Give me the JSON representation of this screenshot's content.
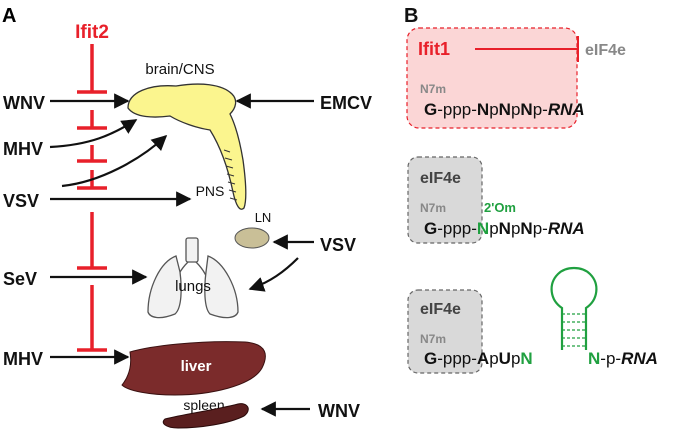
{
  "panel_a": {
    "label": "A",
    "inhibitor": "Ifit2",
    "organs": {
      "brain": "brain/CNS",
      "pns": "PNS",
      "ln": "LN",
      "lungs": "lungs",
      "liver": "liver",
      "spleen": "spleen"
    },
    "viruses_left": [
      "WNV",
      "MHV",
      "VSV",
      "SeV",
      "MHV"
    ],
    "viruses_right": [
      "EMCV",
      "VSV",
      "WNV"
    ]
  },
  "panel_b": {
    "label": "B",
    "row1": {
      "protein": "Ifit1",
      "target": "eIF4e",
      "cap": "N7m",
      "seq": {
        "g": "G",
        "a": "-ppp-",
        "b": "N",
        "c": "p",
        "d": "N",
        "e": "p",
        "f": "N",
        "h": "p-",
        "rna": "RNA"
      }
    },
    "row2": {
      "protein": "eIF4e",
      "cap": "N7m",
      "mod": "2'Om",
      "seq": {
        "g": "G",
        "a": "-ppp-",
        "b": "N",
        "c": "p",
        "d": "N",
        "e": "p",
        "f": "N",
        "h": "p-",
        "rna": "RNA"
      }
    },
    "row3": {
      "protein": "eIF4e",
      "cap": "N7m",
      "seq": {
        "g": "G",
        "a": "-ppp-",
        "b": "A",
        "c": "p",
        "d": "U",
        "e": "p",
        "f": "N",
        "h": "N",
        "i": "-p-",
        "rna": "RNA"
      }
    }
  },
  "colors": {
    "inhibit": "#e8202a",
    "brain": "#fbf58e",
    "liver": "#7b2b2b",
    "spleen": "#5a1f1f",
    "ln": "#c9bf97",
    "ifit1_box": "#fbd6d6",
    "eif4e_box": "#d9d9d9",
    "hairpin": "#20a040",
    "grey_text": "#888888"
  }
}
